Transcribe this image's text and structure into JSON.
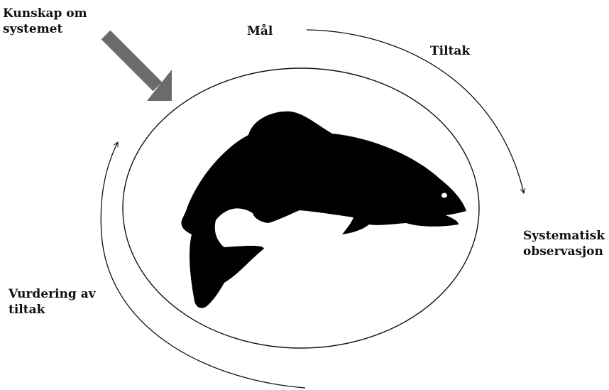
{
  "labels": {
    "knowledge_line1": "Kunskap om",
    "knowledge_line2": "systemet",
    "goal": "Mål",
    "measure": "Tiltak",
    "observation_line1": "Systematisk",
    "observation_line2": "observasjon",
    "evaluation_line1": "Vurdering av",
    "evaluation_line2": "tiltak"
  },
  "colors": {
    "background": "#ffffff",
    "ink": "#111111",
    "input_arrow": "#6b6b6b",
    "fish": "#000000"
  },
  "icons": {
    "central": "trout-silhouette-icon",
    "input": "thick-arrow-icon",
    "cycle": "thin-curved-arrow-icon"
  }
}
